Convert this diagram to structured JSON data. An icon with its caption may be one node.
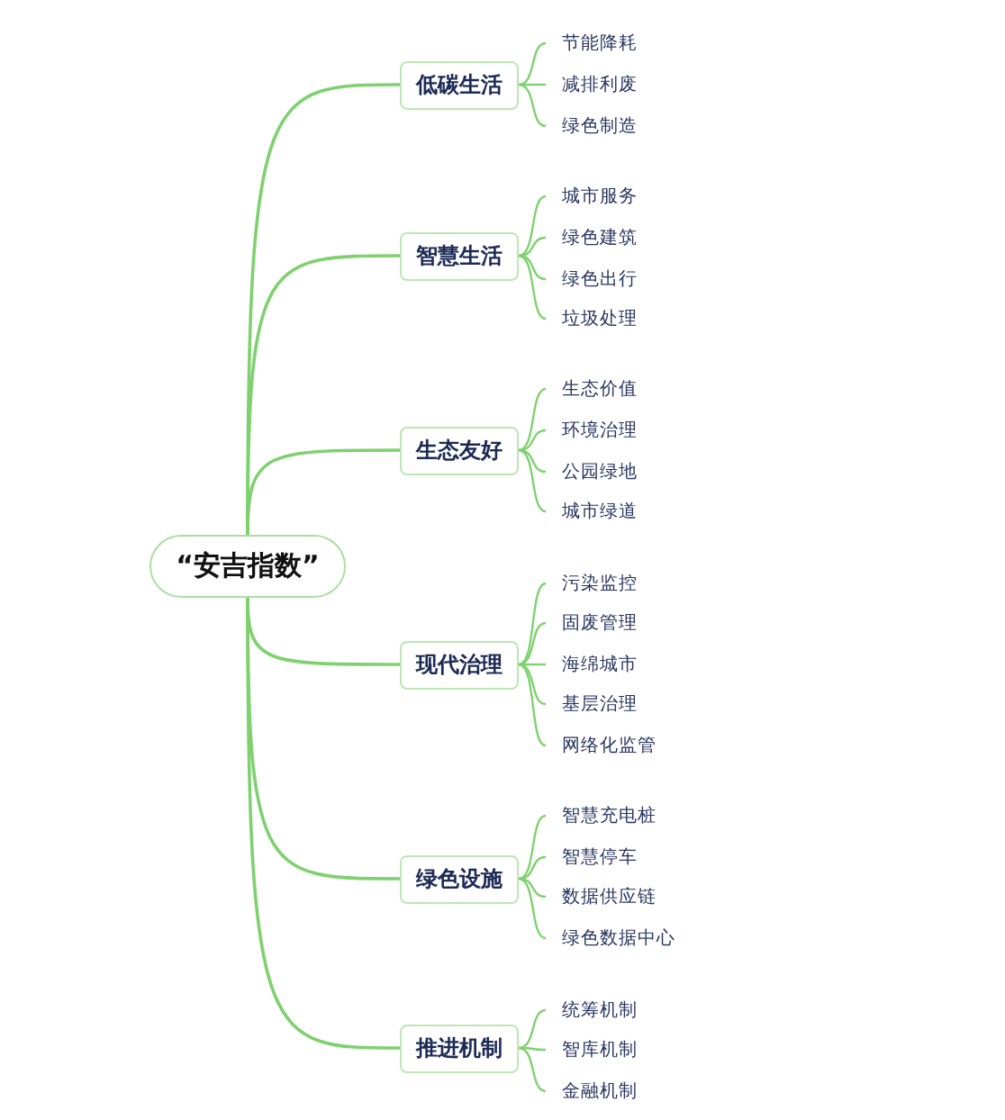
{
  "diagram": {
    "nodes": [
      {
        "text": [
          "“安吉指数”"
        ]
      },
      {
        "text": [
          "低碳生活"
        ]
      },
      {
        "text": [
          "节能降耗"
        ]
      },
      {
        "text": [
          "减排利废"
        ]
      },
      {
        "text": [
          "绿色制造"
        ]
      },
      {
        "text": [
          "智慧生活"
        ]
      },
      {
        "text": [
          "城市服务"
        ]
      },
      {
        "text": [
          "绿色建筑"
        ]
      },
      {
        "text": [
          "绿色出行"
        ]
      },
      {
        "text": [
          "垃圾处理"
        ]
      },
      {
        "text": [
          "生态友好"
        ]
      },
      {
        "text": [
          "生态价值"
        ]
      },
      {
        "text": [
          "环境治理"
        ]
      },
      {
        "text": [
          "公园绿地"
        ]
      },
      {
        "text": [
          "城市绿道"
        ]
      },
      {
        "text": [
          "现代治理"
        ]
      },
      {
        "text": [
          "污染监控"
        ]
      },
      {
        "text": [
          "固废管理"
        ]
      },
      {
        "text": [
          "海绵城市"
        ]
      },
      {
        "text": [
          "基层治理"
        ]
      },
      {
        "text": [
          "网络化监管"
        ]
      },
      {
        "text": [
          "绿色设施"
        ]
      },
      {
        "text": [
          "智慧充电桩"
        ]
      },
      {
        "text": [
          "智慧停车"
        ]
      },
      {
        "text": [
          "数据供应链"
        ]
      },
      {
        "text": [
          "绿色数据中心"
        ]
      },
      {
        "text": [
          "推进机制"
        ]
      },
      {
        "text": [
          "统筹机制"
        ]
      },
      {
        "text": [
          "智库机制"
        ]
      },
      {
        "text": [
          "金融机制"
        ]
      }
    ],
    "edges": [
      {
        "from": 0,
        "to": 1,
        "arrow": "none"
      },
      {
        "from": 1,
        "to": 2,
        "arrow": "none"
      },
      {
        "from": 1,
        "to": 3,
        "arrow": "none"
      },
      {
        "from": 1,
        "to": 4,
        "arrow": "none"
      },
      {
        "from": 0,
        "to": 5,
        "arrow": "none"
      },
      {
        "from": 5,
        "to": 6,
        "arrow": "none"
      },
      {
        "from": 5,
        "to": 7,
        "arrow": "none"
      },
      {
        "from": 5,
        "to": 8,
        "arrow": "none"
      },
      {
        "from": 5,
        "to": 9,
        "arrow": "none"
      },
      {
        "from": 0,
        "to": 10,
        "arrow": "none"
      },
      {
        "from": 10,
        "to": 11,
        "arrow": "none"
      },
      {
        "from": 10,
        "to": 12,
        "arrow": "none"
      },
      {
        "from": 10,
        "to": 13,
        "arrow": "none"
      },
      {
        "from": 10,
        "to": 14,
        "arrow": "none"
      },
      {
        "from": 0,
        "to": 15,
        "arrow": "none"
      },
      {
        "from": 15,
        "to": 16,
        "arrow": "none"
      },
      {
        "from": 15,
        "to": 17,
        "arrow": "none"
      },
      {
        "from": 15,
        "to": 18,
        "arrow": "none"
      },
      {
        "from": 15,
        "to": 19,
        "arrow": "none"
      },
      {
        "from": 15,
        "to": 20,
        "arrow": "none"
      },
      {
        "from": 0,
        "to": 21,
        "arrow": "none"
      },
      {
        "from": 21,
        "to": 22,
        "arrow": "none"
      },
      {
        "from": 21,
        "to": 23,
        "arrow": "none"
      },
      {
        "from": 21,
        "to": 24,
        "arrow": "none"
      },
      {
        "from": 21,
        "to": 25,
        "arrow": "none"
      },
      {
        "from": 0,
        "to": 26,
        "arrow": "none"
      },
      {
        "from": 26,
        "to": 27,
        "arrow": "none"
      },
      {
        "from": 26,
        "to": 28,
        "arrow": "none"
      },
      {
        "from": 26,
        "to": 29,
        "arrow": "none"
      }
    ]
  }
}
